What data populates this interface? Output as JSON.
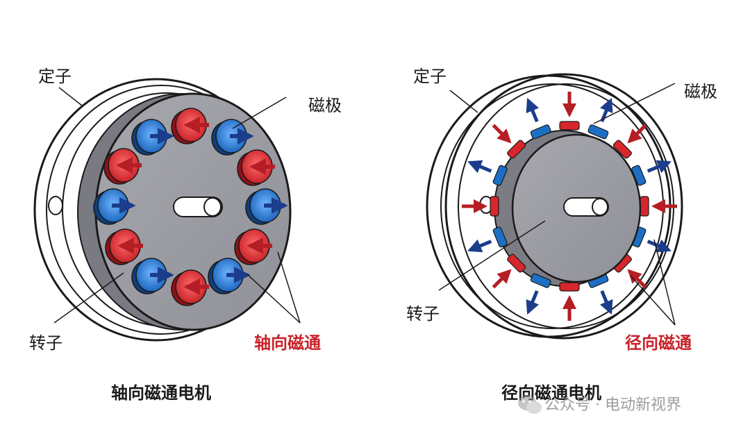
{
  "left": {
    "stator_label": "定子",
    "pole_label": "磁极",
    "rotor_label": "转子",
    "flux_label": "轴向磁通",
    "caption": "轴向磁通电机"
  },
  "right": {
    "stator_label": "定子",
    "pole_label": "磁极",
    "rotor_label": "转子",
    "flux_label": "径向磁通",
    "caption": "径向磁通电机"
  },
  "watermark": {
    "icon": "wechat-icon",
    "text": "公众号 · 电动新视界"
  },
  "colors": {
    "north": "#d8262c",
    "south": "#1c6fc4",
    "red_arrow": "#b51e24",
    "blue_arrow": "#1b3d8c",
    "rotor_gray": "#9c9ca3",
    "flux_text": "#c8232a"
  }
}
